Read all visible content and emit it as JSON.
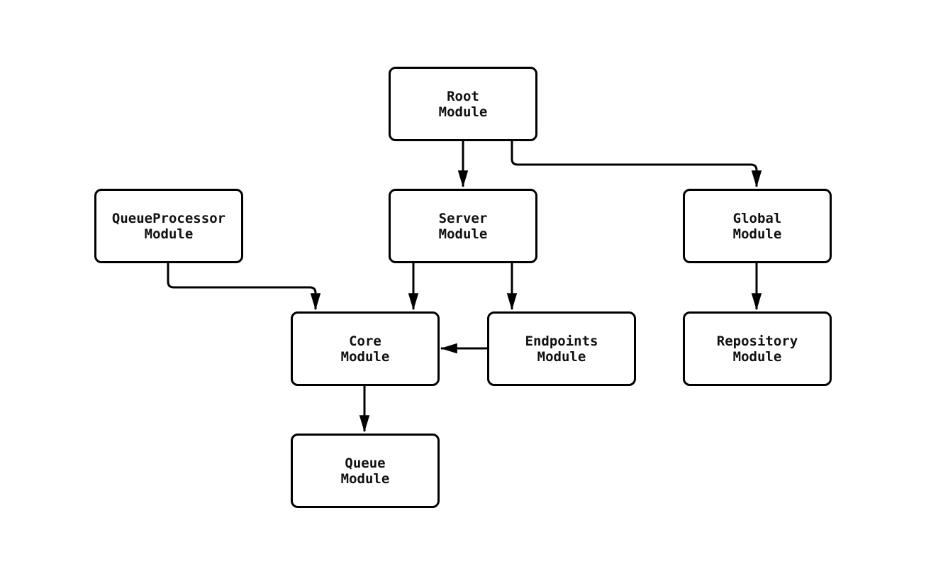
{
  "diagram": {
    "type": "flowchart",
    "background_color": "#ffffff",
    "node_fill_color": "#ffffff",
    "node_border_color": "#000000",
    "line_color": "#000000",
    "text_color": "#111111",
    "nodes": [
      {
        "id": "root",
        "label": "Root\nModule"
      },
      {
        "id": "queueprocessor",
        "label": "QueueProcessor\nModule"
      },
      {
        "id": "server",
        "label": "Server\nModule"
      },
      {
        "id": "global",
        "label": "Global\nModule"
      },
      {
        "id": "core",
        "label": "Core\nModule"
      },
      {
        "id": "endpoints",
        "label": "Endpoints\nModule"
      },
      {
        "id": "repository",
        "label": "Repository\nModule"
      },
      {
        "id": "queue",
        "label": "Queue\nModule"
      }
    ],
    "edges": [
      {
        "from": "root",
        "to": "server"
      },
      {
        "from": "root",
        "to": "global"
      },
      {
        "from": "queueprocessor",
        "to": "core"
      },
      {
        "from": "server",
        "to": "core"
      },
      {
        "from": "server",
        "to": "endpoints"
      },
      {
        "from": "endpoints",
        "to": "core"
      },
      {
        "from": "global",
        "to": "repository"
      },
      {
        "from": "core",
        "to": "queue"
      }
    ]
  }
}
